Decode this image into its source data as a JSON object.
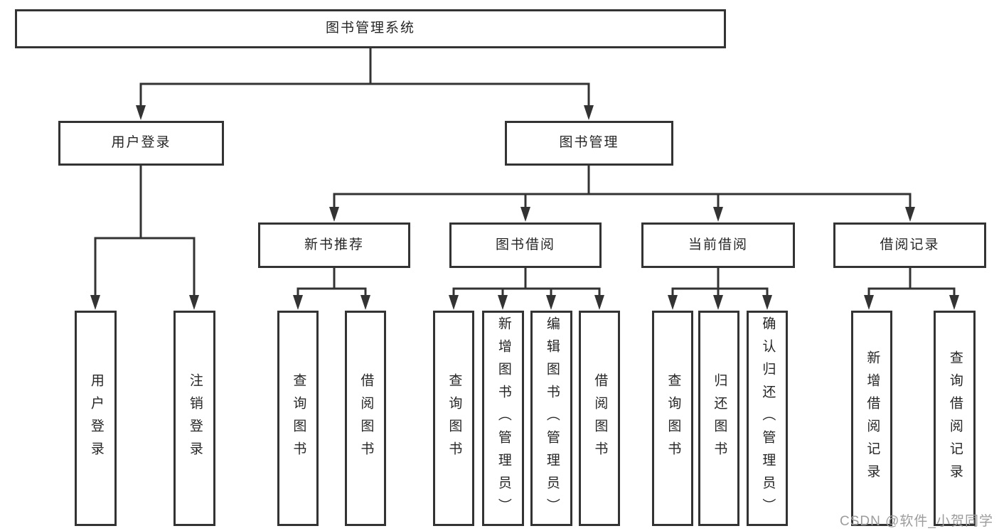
{
  "diagram": {
    "root": {
      "label": "图书管理系统"
    },
    "level2": [
      {
        "label": "用户登录"
      },
      {
        "label": "图书管理"
      }
    ],
    "level3": [
      {
        "label": "新书推荐"
      },
      {
        "label": "图书借阅"
      },
      {
        "label": "当前借阅"
      },
      {
        "label": "借阅记录"
      }
    ],
    "leaves": [
      {
        "label": "用户登录"
      },
      {
        "label": "注销登录"
      },
      {
        "label": "查询图书"
      },
      {
        "label": "借阅图书"
      },
      {
        "label": "查询图书"
      },
      {
        "label": "新增图书（管理员）"
      },
      {
        "label": "编辑图书（管理员）"
      },
      {
        "label": "借阅图书"
      },
      {
        "label": "查询图书"
      },
      {
        "label": "归还图书"
      },
      {
        "label": "确认归还（管理员）"
      },
      {
        "label": "新增借阅记录"
      },
      {
        "label": "查询借阅记录"
      }
    ],
    "watermark": "CSDN @软件_小贺同学",
    "colors": {
      "line": "#333333",
      "text": "#262626",
      "watermark": "#9c9c9c",
      "background": "#ffffff"
    }
  }
}
